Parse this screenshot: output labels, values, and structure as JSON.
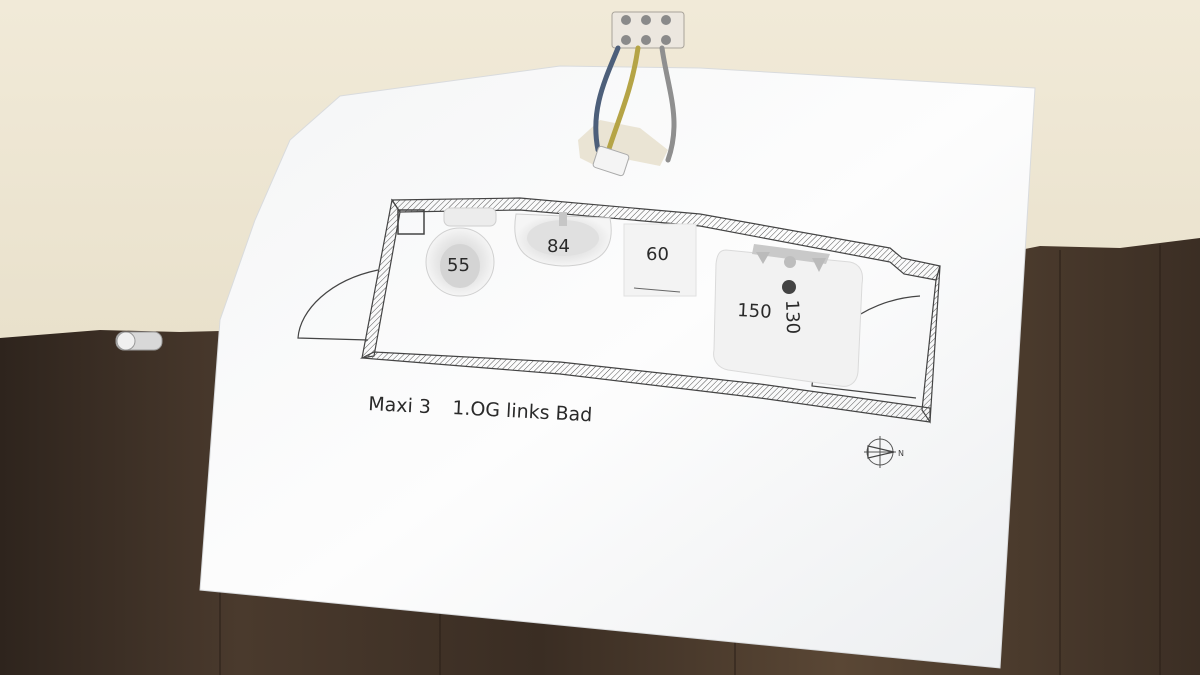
{
  "plan": {
    "caption_model": "Maxi 3",
    "caption_location": "1.OG links Bad",
    "fixtures": {
      "toilet_width": "55",
      "washbasin_width": "84",
      "cabinet_width": "60",
      "shower_width": "150",
      "shower_depth": "130"
    },
    "compass_label": "N"
  },
  "colors": {
    "wall_plaster": "#efe8d6",
    "wood_dark": "#3e2f24",
    "paper": "#fbfbfb",
    "ink": "#2a2a2a"
  }
}
